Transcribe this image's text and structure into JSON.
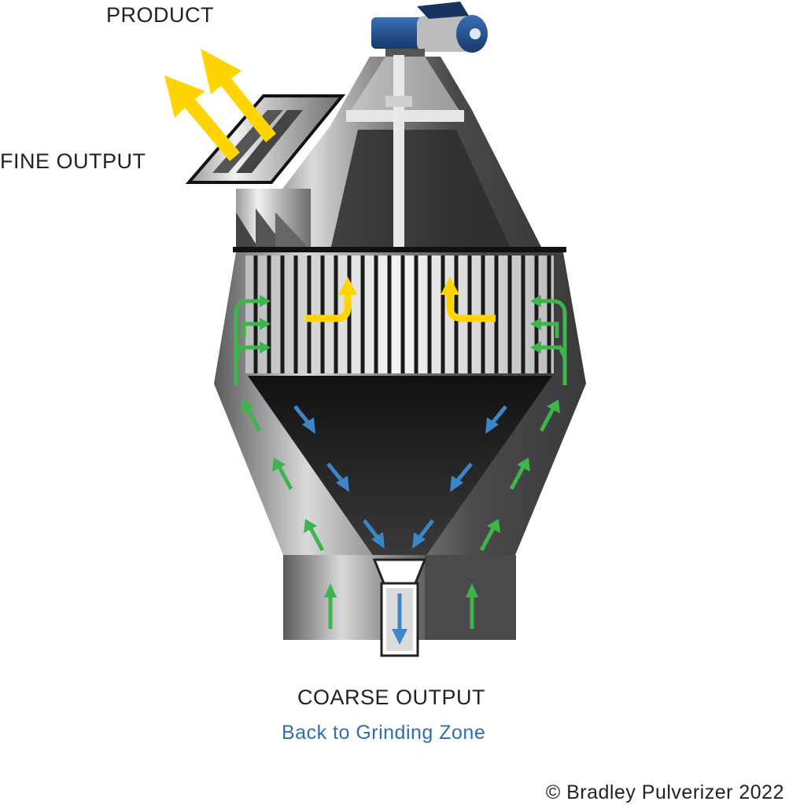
{
  "labels": {
    "product": "PRODUCT",
    "fine_output": "FINE OUTPUT",
    "coarse_output": "COARSE OUTPUT",
    "coarse_subtitle": "Back to Grinding Zone",
    "copyright": "© Bradley Pulverizer 2022"
  },
  "colors": {
    "fine_flow": "#ffd400",
    "air_flow": "#3db54a",
    "coarse_flow": "#3d85c6",
    "motor": "#1f4e8c",
    "subtitle_text": "#2f6db0"
  },
  "icons": {
    "motor": "motor-icon",
    "arrow": "arrow-icon"
  }
}
